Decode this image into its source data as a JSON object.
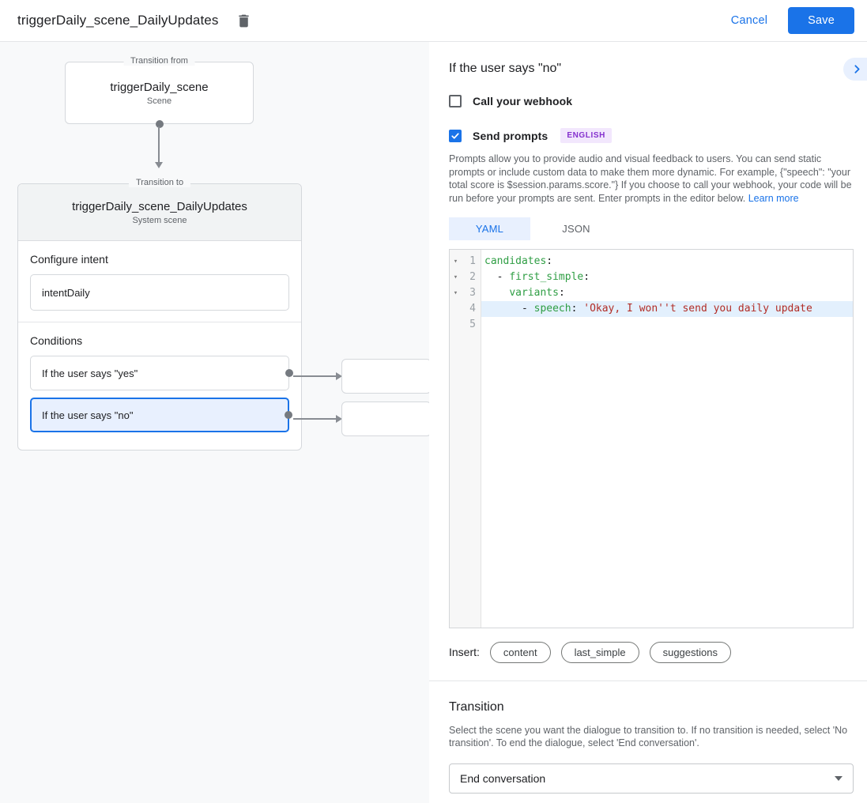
{
  "colors": {
    "accent": "#1a73e8",
    "syntax_key": "#2f9e44",
    "syntax_string": "#b22d26",
    "active_line_highlight": "#e3f0fd"
  },
  "header": {
    "title": "triggerDaily_scene_DailyUpdates",
    "cancel_label": "Cancel",
    "save_label": "Save"
  },
  "diagram": {
    "from_box": {
      "label": "Transition from",
      "title": "triggerDaily_scene",
      "subtitle": "Scene"
    },
    "to_box": {
      "label": "Transition to",
      "title": "triggerDaily_scene_DailyUpdates",
      "subtitle": "System scene",
      "configure_intent_label": "Configure intent",
      "intent_value": "intentDaily",
      "conditions_label": "Conditions",
      "conditions": [
        {
          "label": "If the user says \"yes\"",
          "selected": false
        },
        {
          "label": "If the user says \"no\"",
          "selected": true
        }
      ]
    }
  },
  "panel": {
    "title": "If the user says \"no\"",
    "webhook_checkbox": {
      "label": "Call your webhook",
      "checked": false
    },
    "prompts_checkbox": {
      "label": "Send prompts",
      "checked": true,
      "badge": "ENGLISH"
    },
    "description": "Prompts allow you to provide audio and visual feedback to users. You can send static prompts or include custom data to make them more dynamic. For example, {\"speech\": \"your total score is $session.params.score.\"} If you choose to call your webhook, your code will be run before your prompts are sent. Enter prompts in the editor below.",
    "learn_more": "Learn more",
    "tabs": [
      {
        "label": "YAML",
        "active": true
      },
      {
        "label": "JSON",
        "active": false
      }
    ],
    "editor": {
      "lines": [
        {
          "num": "1",
          "fold": true,
          "highlight": false,
          "segments": [
            [
              "k",
              "candidates"
            ],
            [
              "p",
              ":"
            ]
          ]
        },
        {
          "num": "2",
          "fold": true,
          "highlight": false,
          "segments": [
            [
              "p",
              "  - "
            ],
            [
              "k",
              "first_simple"
            ],
            [
              "p",
              ":"
            ]
          ]
        },
        {
          "num": "3",
          "fold": true,
          "highlight": false,
          "segments": [
            [
              "p",
              "    "
            ],
            [
              "k",
              "variants"
            ],
            [
              "p",
              ":"
            ]
          ]
        },
        {
          "num": "4",
          "fold": false,
          "highlight": true,
          "segments": [
            [
              "p",
              "      - "
            ],
            [
              "k",
              "speech"
            ],
            [
              "p",
              ": "
            ],
            [
              "s",
              "'Okay, I won''t send you daily update"
            ]
          ]
        },
        {
          "num": "5",
          "fold": false,
          "highlight": false,
          "segments": []
        }
      ]
    },
    "insert_label": "Insert:",
    "chips": [
      "content",
      "last_simple",
      "suggestions"
    ],
    "transition": {
      "title": "Transition",
      "description": "Select the scene you want the dialogue to transition to. If no transition is needed, select 'No transition'. To end the dialogue, select 'End conversation'.",
      "select_value": "End conversation"
    }
  }
}
